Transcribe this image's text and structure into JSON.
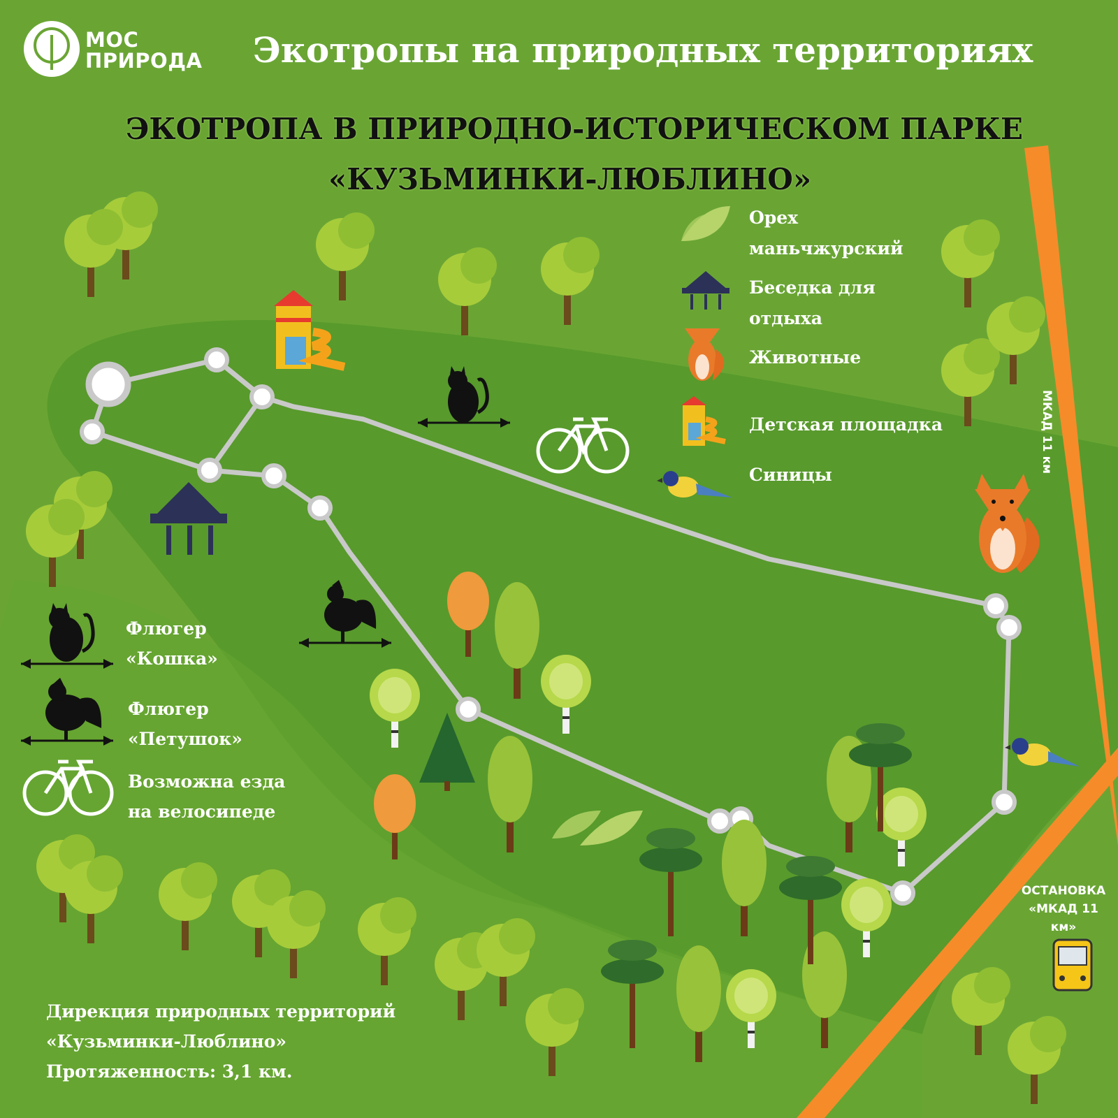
{
  "logo": {
    "line1": "МОС",
    "line2": "ПРИРОДА"
  },
  "title": "Экотропы на природных территориях",
  "subtitle": {
    "line1": "ЭКОТРОПА В ПРИРОДНО-ИСТОРИЧЕСКОМ ПАРКЕ",
    "line2": "«КУЗЬМИНКИ-ЛЮБЛИНО»"
  },
  "legend_right": [
    {
      "icon": "leaf-icon",
      "line1": "Орех",
      "line2": "маньчжурский"
    },
    {
      "icon": "gazebo-icon",
      "line1": "Беседка для",
      "line2": "отдыха"
    },
    {
      "icon": "fox-icon",
      "line1": "Животные",
      "line2": ""
    },
    {
      "icon": "playground-icon",
      "line1": "Детская площадка",
      "line2": ""
    },
    {
      "icon": "titmouse-icon",
      "line1": "Синицы",
      "line2": ""
    }
  ],
  "legend_left": [
    {
      "icon": "cat-weathervane-icon",
      "line1": "Флюгер",
      "line2": "«Кошка»"
    },
    {
      "icon": "rooster-weathervane-icon",
      "line1": "Флюгер",
      "line2": "«Петушок»"
    },
    {
      "icon": "bicycle-icon",
      "line1": "Возможна езда",
      "line2": "на велосипеде"
    }
  ],
  "road_label": "МКАД 11 км",
  "bus_stop": {
    "line1": "ОСТАНОВКА",
    "line2": "«МКАД 11 км»"
  },
  "footer": {
    "line1": "Дирекция природных территорий",
    "line2": "«Кузьминки-Люблино»",
    "line3": "Протяженность: 3,1 км."
  },
  "colors": {
    "background": "#6aa534",
    "park": "#589a2c",
    "road": "#f68b2a",
    "path": "#c9c9c9",
    "title_dark": "#111111"
  }
}
